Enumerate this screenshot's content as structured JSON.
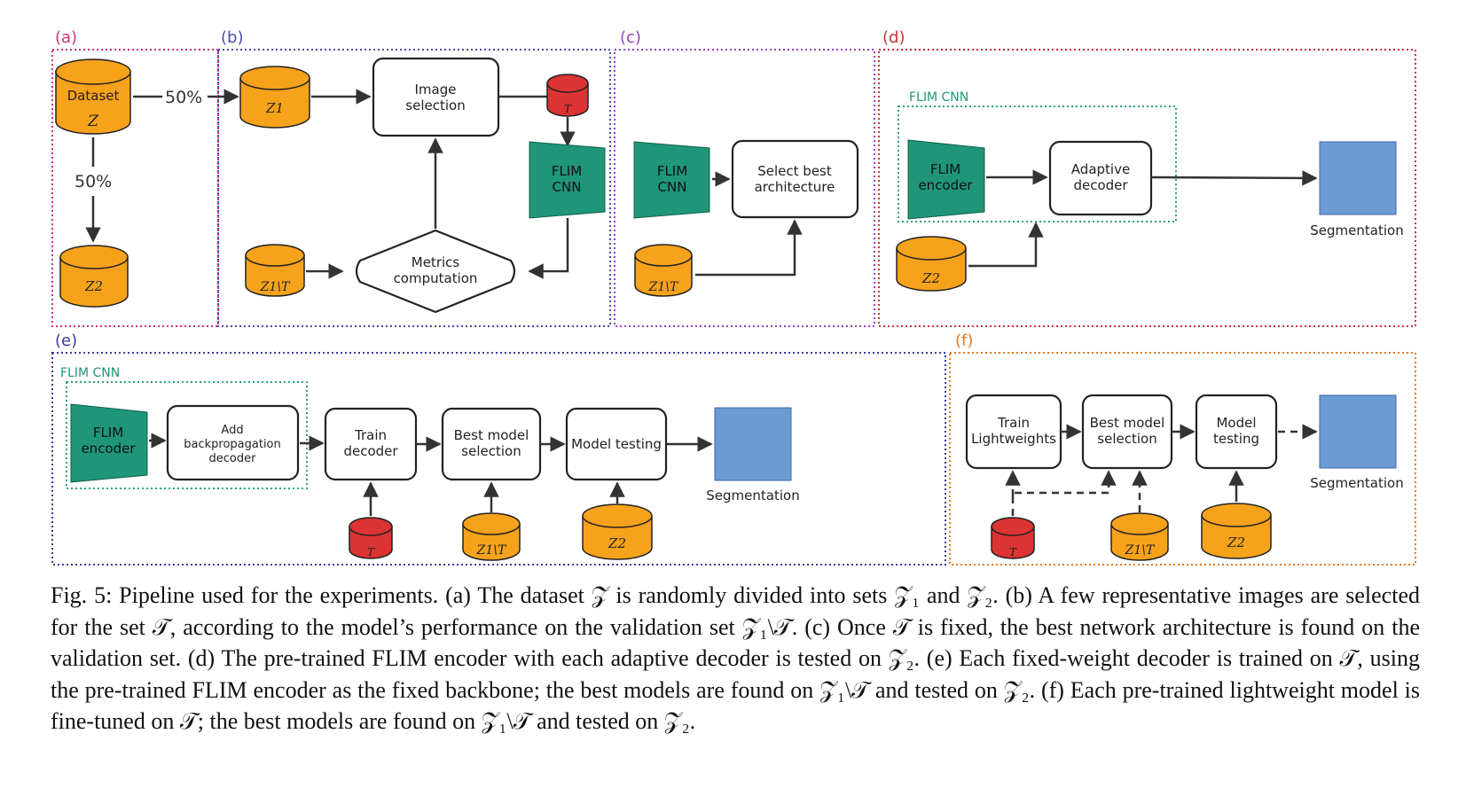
{
  "panels": {
    "a": {
      "label": "(a)",
      "dataset_title": "Dataset",
      "dataset_symbol": "Z",
      "split_right": "50%",
      "split_down": "50%",
      "z2": "Z2"
    },
    "b": {
      "label": "(b)",
      "z1": "Z1",
      "image_selection": [
        "Image",
        "selection"
      ],
      "t": "T",
      "flim_cnn": [
        "FLIM",
        "CNN"
      ],
      "metrics": [
        "Metrics",
        "computation"
      ],
      "z1t": "Z1\\T"
    },
    "c": {
      "label": "(c)",
      "flim_cnn": [
        "FLIM",
        "CNN"
      ],
      "select_best": [
        "Select best",
        "architecture"
      ],
      "z1t": "Z1\\T"
    },
    "d": {
      "label": "(d)",
      "group_label": "FLIM CNN",
      "flim_encoder": [
        "FLIM",
        "encoder"
      ],
      "adaptive_decoder": [
        "Adaptive",
        "decoder"
      ],
      "segmentation": "Segmentation",
      "z2": "Z2"
    },
    "e": {
      "label": "(e)",
      "group_label": "FLIM CNN",
      "flim_encoder": [
        "FLIM",
        "encoder"
      ],
      "add_bp": [
        "Add",
        "backpropagation",
        "decoder"
      ],
      "train_decoder": [
        "Train",
        "decoder"
      ],
      "best_model": [
        "Best model",
        "selection"
      ],
      "model_testing": "Model testing",
      "segmentation": "Segmentation",
      "t": "T",
      "z1t": "Z1\\T",
      "z2": "Z2"
    },
    "f": {
      "label": "(f)",
      "train_lw": [
        "Train",
        "Lightweights"
      ],
      "best_model": [
        "Best model",
        "selection"
      ],
      "model_testing": [
        "Model",
        "testing"
      ],
      "segmentation": "Segmentation",
      "t": "T",
      "z1t": "Z1\\T",
      "z2": "Z2"
    }
  },
  "colors": {
    "cylinder": "#f7a21b",
    "cylinder_red": "#dd3333",
    "flim_green": "#1e9677",
    "segmentation_blue": "#6b9bd2",
    "frame_a": "#d0307a",
    "frame_b": "#4a4ab0",
    "frame_c": "#9b3fc8",
    "frame_d": "#c8323a",
    "frame_e": "#3a3aa0",
    "frame_f": "#e07a20",
    "group_green": "#2aa37a"
  },
  "caption": "Fig. 5: Pipeline used for the experiments. (a) The dataset 𝒵 is randomly divided into sets 𝒵₁ and 𝒵₂. (b) A few representative images are selected for the set 𝒯, according to the model’s performance on the validation set 𝒵₁\\𝒯. (c) Once 𝒯 is fixed, the best network architecture is found on the validation set. (d) The pre-trained FLIM encoder with each adaptive decoder is tested on 𝒵₂. (e) Each fixed-weight decoder is trained on 𝒯, using the pre-trained FLIM encoder as the fixed backbone; the best models are found on 𝒵₁\\𝒯 and tested on 𝒵₂. (f) Each pre-trained lightweight model is fine-tuned on 𝒯; the best models are found on 𝒵₁\\𝒯 and tested on 𝒵₂."
}
